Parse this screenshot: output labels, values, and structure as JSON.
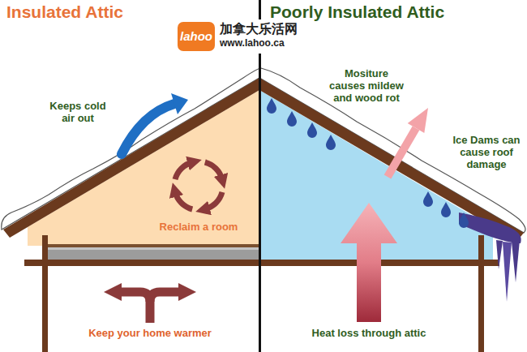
{
  "diagram": {
    "labels": [
      "Insulated Attic",
      "lahoo",
      "加拿大乐活网",
      "www.lahoo.ca",
      "Poorly Insulated Attic",
      "Keeps cold air out",
      "Reclaim a room",
      "Keep your home warmer",
      "Mositure causes mildew and wood rot",
      "Ice Dams can cause roof damage",
      "Heat loss through attic"
    ]
  }
}
